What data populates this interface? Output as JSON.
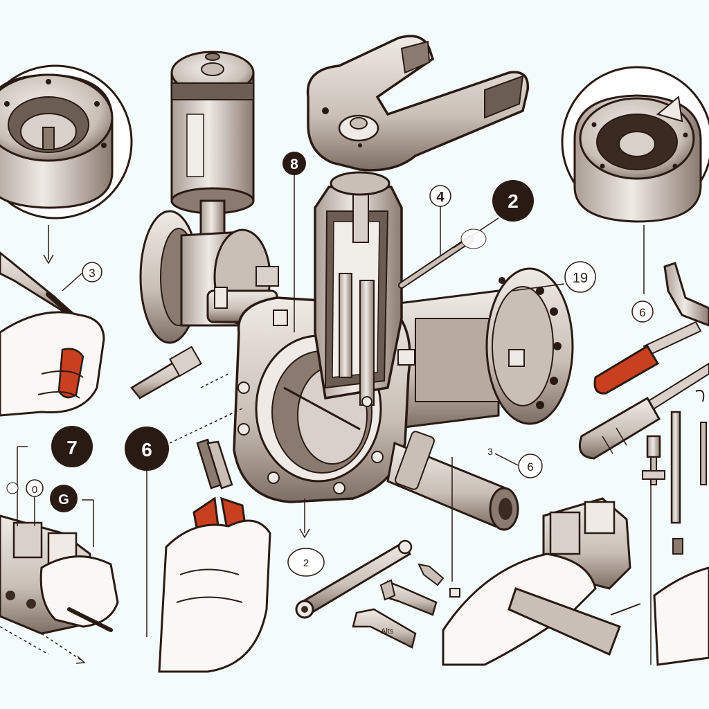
{
  "callouts": {
    "c8": "8",
    "c4": "4",
    "c2_top": "2",
    "c19": "19",
    "c3_left": "3",
    "c6_right": "6",
    "c7": "7",
    "c0_small": "0",
    "cG": "G",
    "c6_pliers": "6",
    "c3_mid": "3",
    "c6_mid": "6",
    "c2_bottom": "2",
    "hand_tag": "Alts"
  },
  "colors": {
    "ink": "#2a1a14",
    "metal_light": "#e8e2dc",
    "metal_mid": "#c9bfb6",
    "metal_dark": "#8a7a70",
    "handle_red": "#c8401f",
    "skin": "#faf7f5",
    "background": "#f4fbfb"
  }
}
